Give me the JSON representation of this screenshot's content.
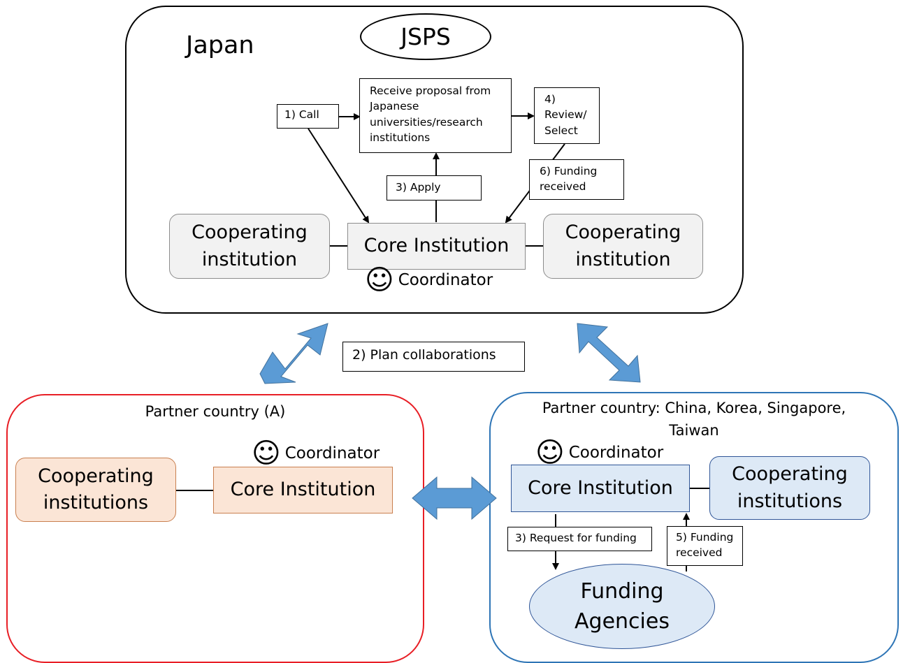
{
  "japan": {
    "title": "Japan",
    "jsps": "JSPS",
    "call": "1) Call",
    "receive": "Receive proposal from\nJapanese\nuniversities/research\ninstitutions",
    "review": "4)\nReview/\nSelect",
    "apply": "3) Apply",
    "funding_received": "6) Funding\nreceived",
    "cooperating_left": "Cooperating\ninstitution",
    "core": "Core Institution",
    "cooperating_right": "Cooperating\ninstitution",
    "coordinator": "Coordinator"
  },
  "plan": "2) Plan collaborations",
  "partner_a": {
    "title": "Partner country (A)",
    "coordinator": "Coordinator",
    "cooperating": "Cooperating\ninstitutions",
    "core": "Core Institution"
  },
  "partner_b": {
    "title": "Partner country: China, Korea, Singapore,\nTaiwan",
    "coordinator": "Coordinator",
    "core": "Core Institution",
    "cooperating": "Cooperating\ninstitutions",
    "request": "3) Request for funding",
    "funding_received": "5) Funding\nreceived",
    "agencies": "Funding\nAgencies"
  },
  "colors": {
    "arrow_blue": "#5b9bd5",
    "partner_a_border": "#e81e25",
    "partner_a_fill": "#fbe5d6",
    "partner_a_stroke": "#c97f4f",
    "partner_b_border": "#2e75b6",
    "partner_b_fill": "#dde9f6",
    "partner_b_stroke": "#2f5597",
    "gray_fill": "#f2f2f2",
    "gray_stroke": "#8c8c8c"
  },
  "icons": {
    "coordinator": "smiley-face-icon",
    "double_arrow": "double-headed-arrow-icon"
  }
}
